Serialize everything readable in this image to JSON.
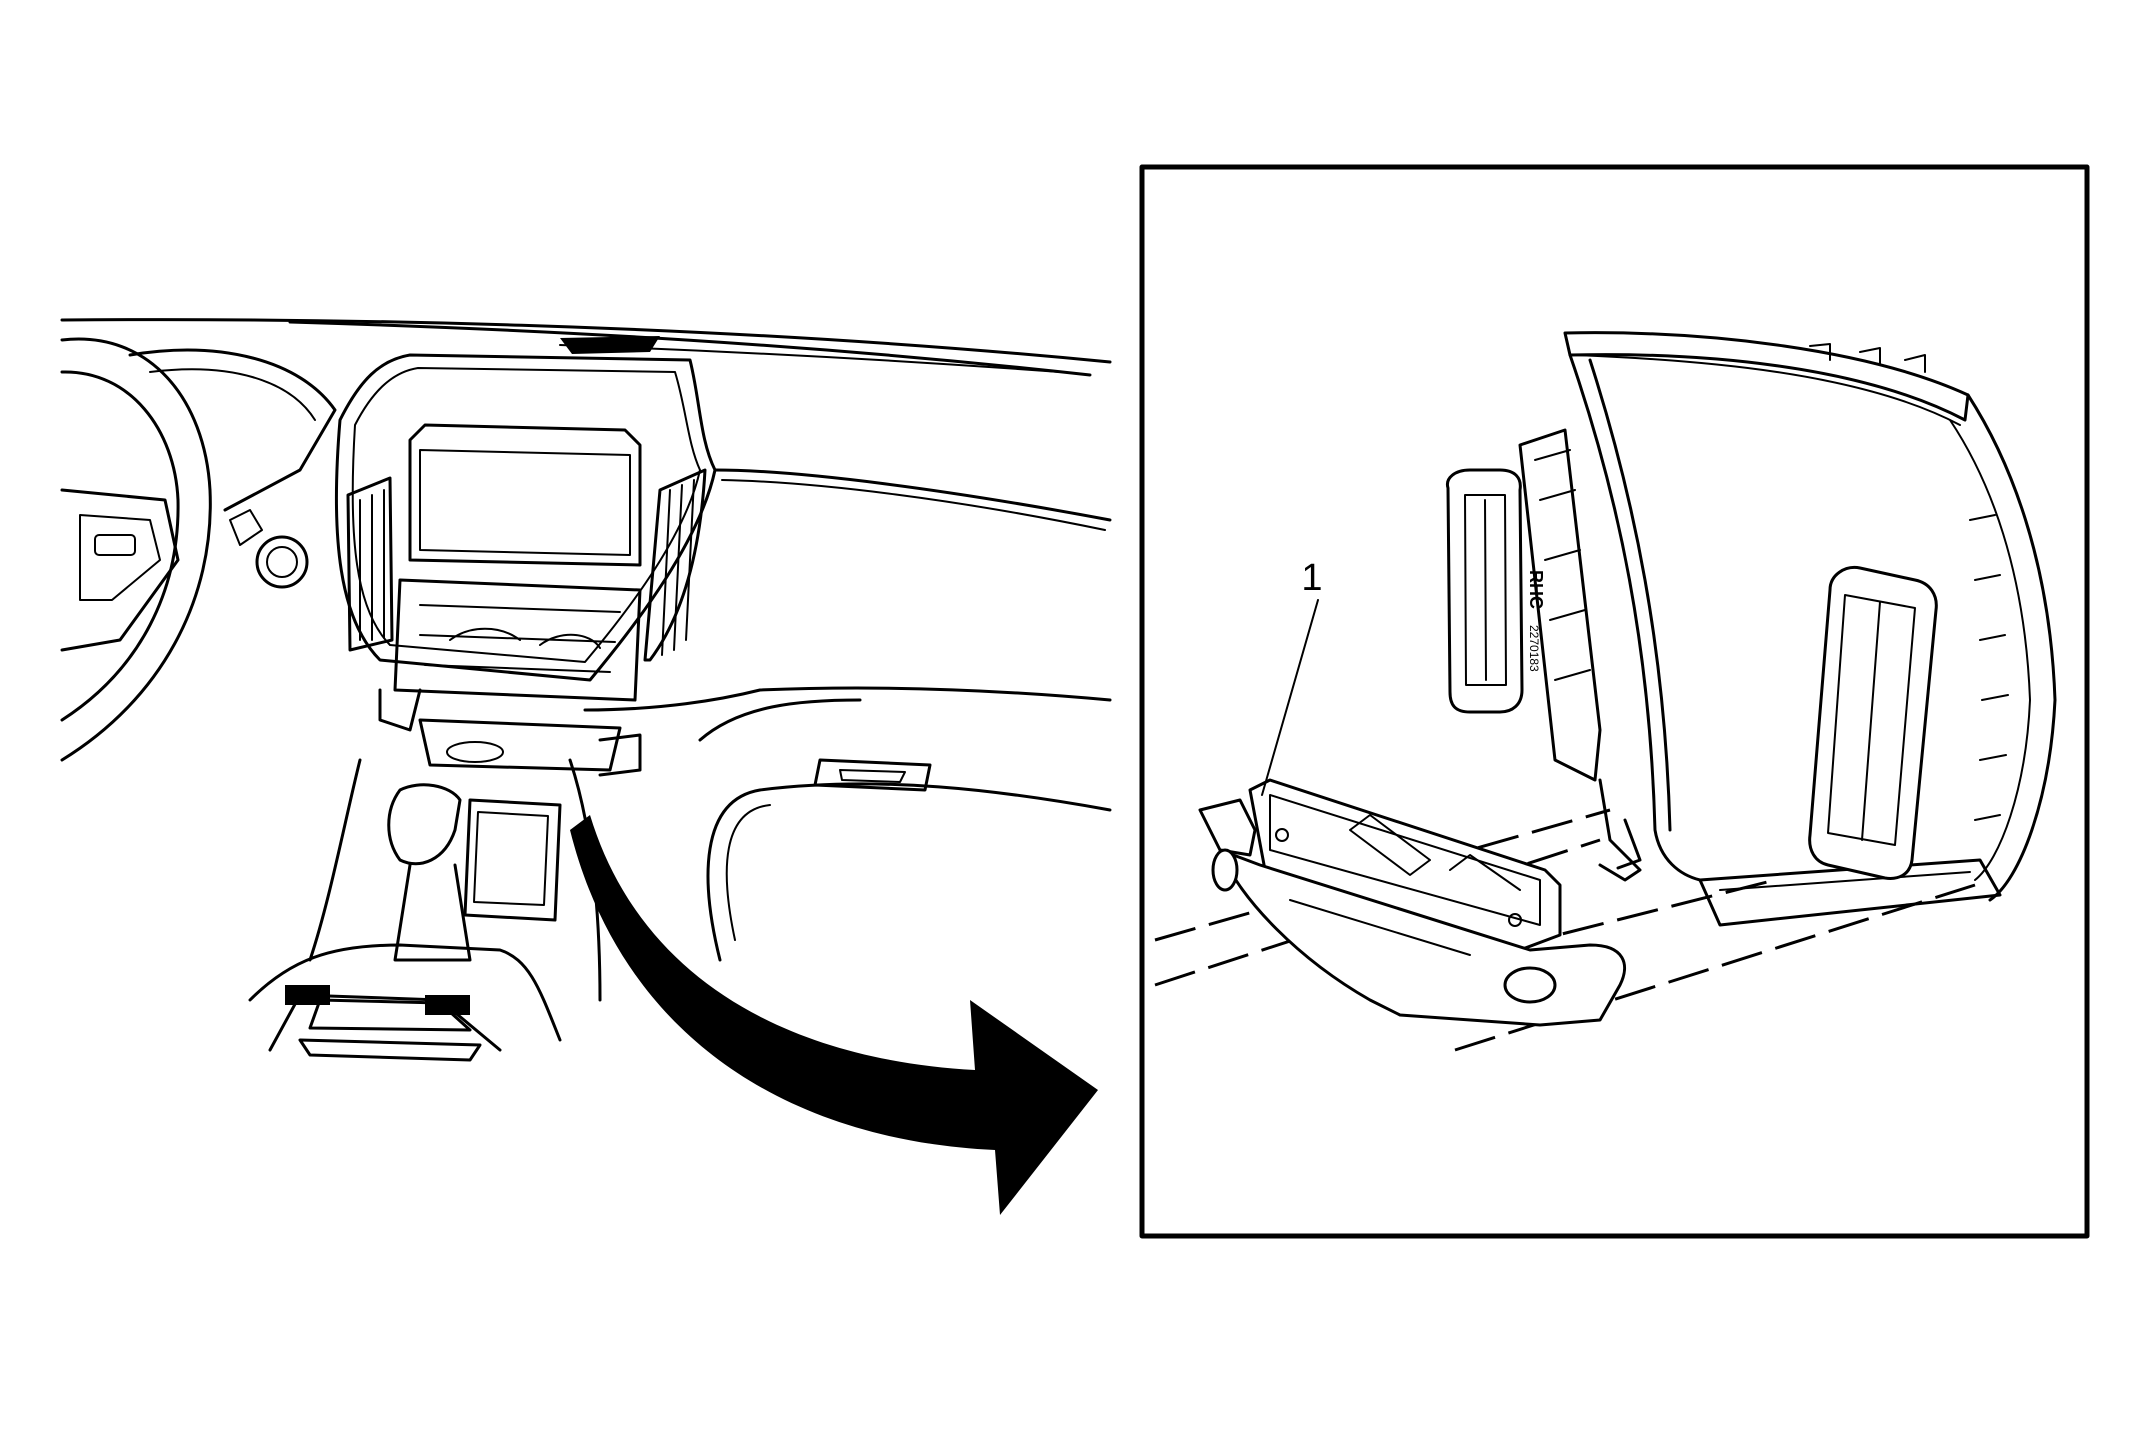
{
  "figure": {
    "callouts": [
      {
        "id": "callout-1",
        "label": "1"
      }
    ],
    "detail_markings": {
      "upper_text": "RHC",
      "lower_text": "2270183"
    }
  }
}
